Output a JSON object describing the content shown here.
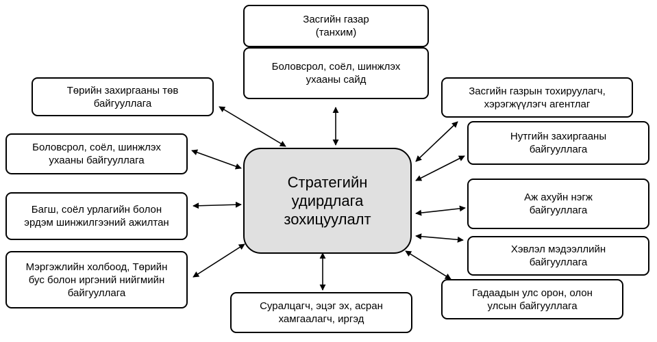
{
  "center": {
    "lines": [
      "Стратегийн",
      "удирдлага",
      "зохицуулалт"
    ]
  },
  "nodes": {
    "government": {
      "lines": [
        "Засгийн газар",
        "(танхим)"
      ]
    },
    "ministry": {
      "lines": [
        "Боловсрол, соёл, шинжлэх",
        "ухааны сайд"
      ]
    },
    "central_admin": {
      "lines": [
        "Төрийн захиргааны төв",
        "байгууллага"
      ]
    },
    "edu_org": {
      "lines": [
        "Боловсрол, соёл, шинжлэх",
        "ухааны байгууллага"
      ]
    },
    "staff": {
      "lines": [
        "Багш, соёл урлагийн болон",
        "эрдэм шинжилгээний ажилтан"
      ]
    },
    "ngo": {
      "lines": [
        "Мэргэжлийн холбоод, Төрийн",
        "бус болон иргэний нийгмийн",
        "байгууллага"
      ]
    },
    "stakeholders": {
      "lines": [
        "Суралцагч, эцэг эх, асран",
        "хамгаалагч, иргэд"
      ]
    },
    "agency": {
      "lines": [
        "Засгийн газрын тохируулагч,",
        "хэрэгжүүлэгч агентлаг"
      ]
    },
    "local_admin": {
      "lines": [
        "Нутгийн захиргааны",
        "байгууллага"
      ]
    },
    "business": {
      "lines": [
        "Аж ахуйн нэгж",
        "байгууллага"
      ]
    },
    "media": {
      "lines": [
        "Хэвлэл мэдээллийн",
        "байгууллага"
      ]
    },
    "international": {
      "lines": [
        "Гадаадын улс орон, олон",
        "улсын байгууллага"
      ]
    }
  }
}
